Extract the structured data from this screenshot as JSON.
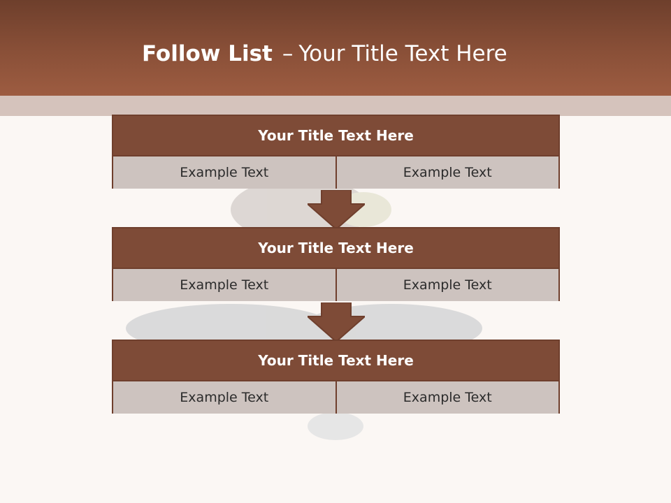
{
  "header": {
    "title_strong": "Follow List",
    "title_separator": "–",
    "title_rest": "Your Title Text Here"
  },
  "blocks": [
    {
      "title": "Your Title Text Here",
      "cells": [
        "Example Text",
        "Example Text"
      ]
    },
    {
      "title": "Your Title Text Here",
      "cells": [
        "Example Text",
        "Example Text"
      ]
    },
    {
      "title": "Your Title Text Here",
      "cells": [
        "Example Text",
        "Example Text"
      ]
    }
  ],
  "colors": {
    "header_brown": "#8a5038",
    "block_title_brown": "#7e4b37",
    "cell_gray": "#cdc3bf",
    "border_brown": "#6f3f2d",
    "background": "#fbf7f4"
  }
}
